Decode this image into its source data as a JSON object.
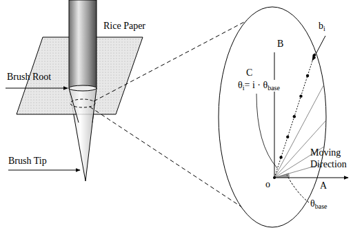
{
  "diagram": {
    "labels": [
      "Rice Paper",
      "Brush Root",
      "Brush Tip",
      "b",
      "i",
      "Moving Direction",
      "C",
      "B",
      "θ",
      "i",
      "= i · θ",
      "base",
      "o",
      "A",
      "θ",
      "base"
    ]
  }
}
